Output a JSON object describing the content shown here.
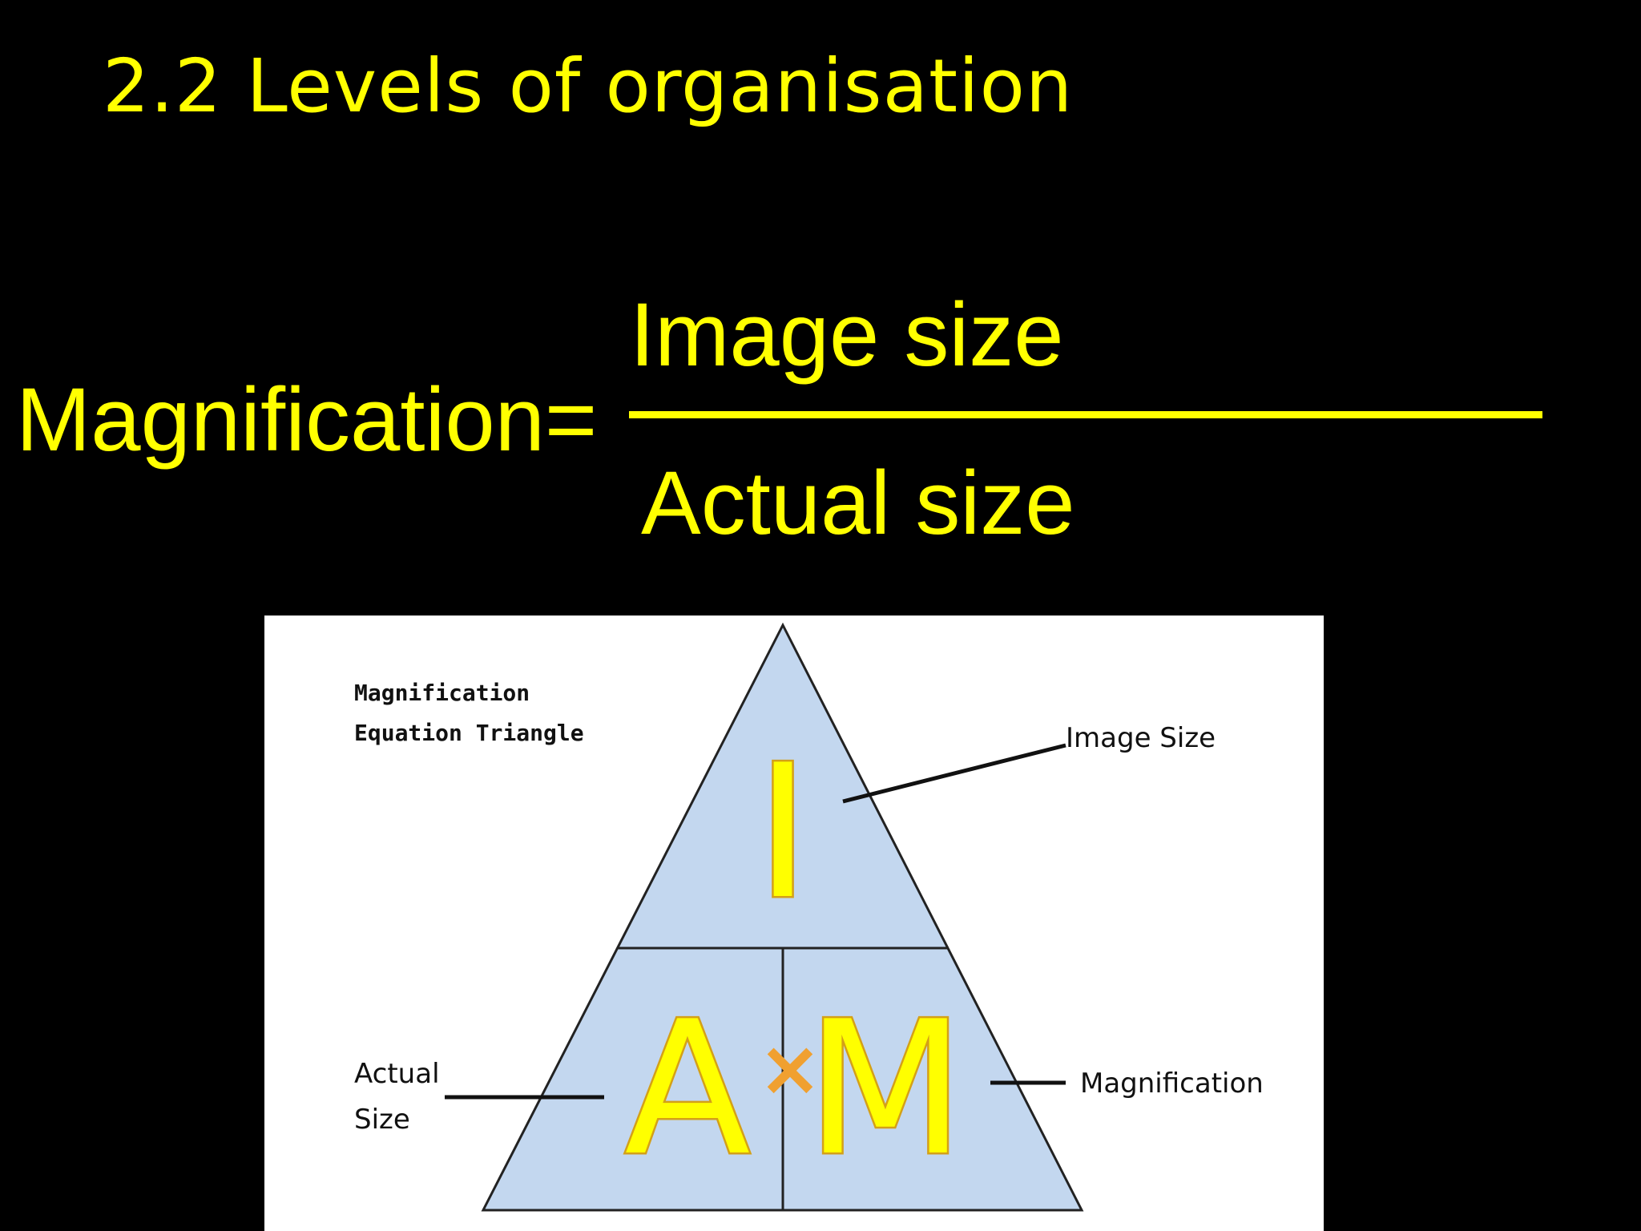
{
  "slide": {
    "title": "2.2 Levels of organisation",
    "text_color": "#ffff00",
    "background_color": "#000000"
  },
  "formula": {
    "lhs": "Magnification=",
    "numerator": "Image size",
    "denominator": "Actual size"
  },
  "diagram": {
    "caption_line1": "Magnification",
    "caption_line2": "Equation Triangle",
    "letter_top": "I",
    "letter_left": "A",
    "letter_right": "M",
    "operator": "×",
    "label_image_size": "Image Size",
    "label_actual_line1": "Actual",
    "label_actual_line2": "Size",
    "label_magnification": "Magnification",
    "triangle_fill": "#c3d7ef",
    "letter_fill": "#ffff00",
    "operator_color": "#f0a030"
  }
}
